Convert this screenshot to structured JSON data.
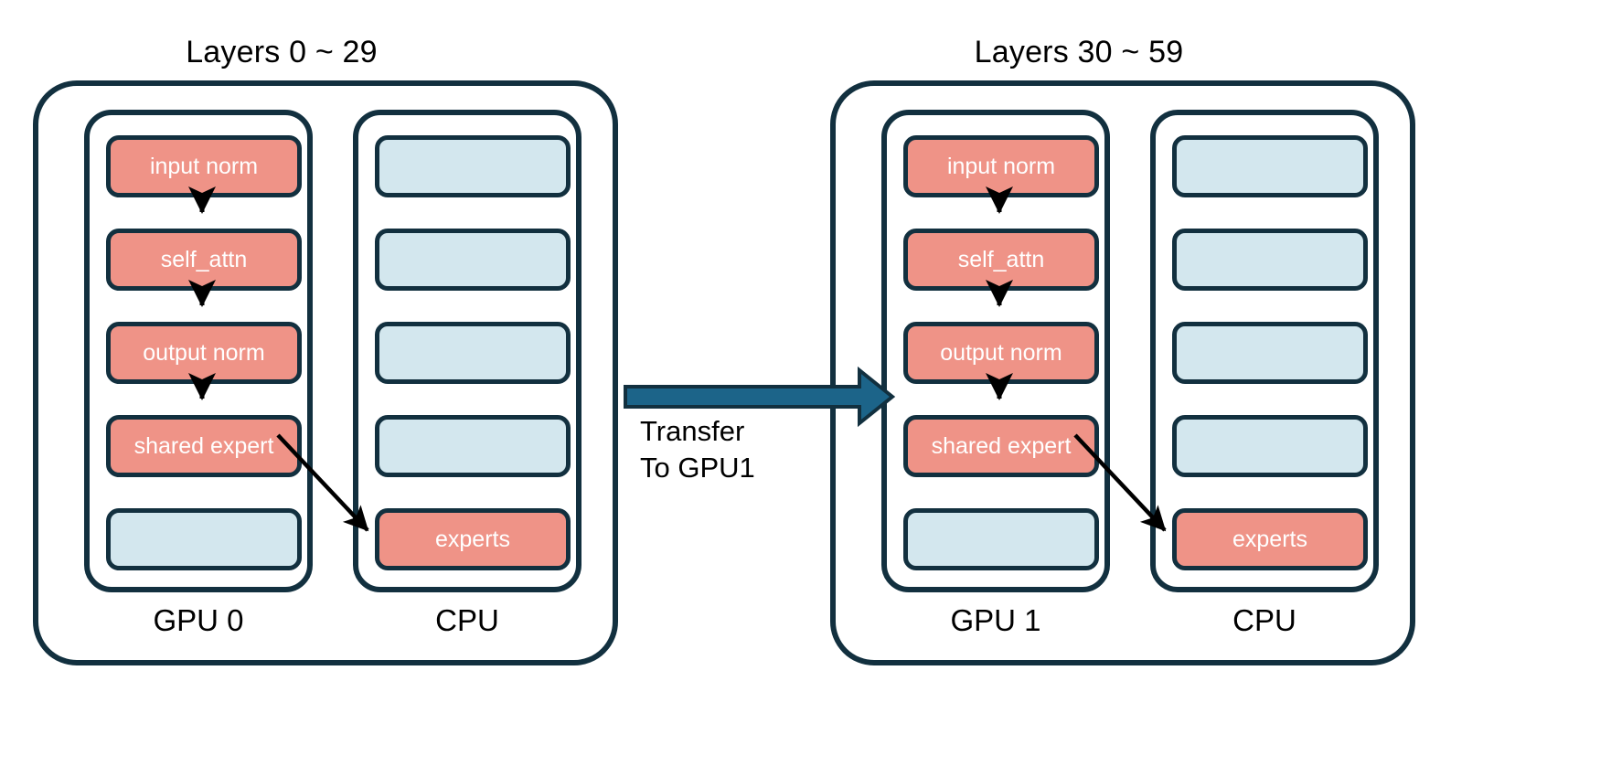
{
  "diagram": {
    "title": "MoE layer offload / transfer schematic",
    "background": "#ffffff",
    "colors": {
      "outline": "#12303f",
      "active_block": "#ef9387",
      "idle_block": "#d3e7ee",
      "transfer_arrow": "#1c6489",
      "text_on_block": "#ffffff",
      "text": "#000000"
    }
  },
  "panels": [
    {
      "id": "panel-left",
      "group_title": "Layers 0 ~ 29",
      "columns": [
        {
          "id": "gpu0",
          "device_label": "GPU 0",
          "blocks": [
            {
              "label": "input norm",
              "state": "active"
            },
            {
              "label": "self_attn",
              "state": "active"
            },
            {
              "label": "output norm",
              "state": "active"
            },
            {
              "label": "shared expert",
              "state": "active"
            },
            {
              "label": "",
              "state": "idle"
            }
          ]
        },
        {
          "id": "cpu0",
          "device_label": "CPU",
          "blocks": [
            {
              "label": "",
              "state": "idle"
            },
            {
              "label": "",
              "state": "idle"
            },
            {
              "label": "",
              "state": "idle"
            },
            {
              "label": "",
              "state": "idle"
            },
            {
              "label": "experts",
              "state": "active"
            }
          ]
        }
      ]
    },
    {
      "id": "panel-right",
      "group_title": "Layers 30 ~ 59",
      "columns": [
        {
          "id": "gpu1",
          "device_label": "GPU 1",
          "blocks": [
            {
              "label": "input norm",
              "state": "active"
            },
            {
              "label": "self_attn",
              "state": "active"
            },
            {
              "label": "output norm",
              "state": "active"
            },
            {
              "label": "shared expert",
              "state": "active"
            },
            {
              "label": "",
              "state": "idle"
            }
          ]
        },
        {
          "id": "cpu1",
          "device_label": "CPU",
          "blocks": [
            {
              "label": "",
              "state": "idle"
            },
            {
              "label": "",
              "state": "idle"
            },
            {
              "label": "",
              "state": "idle"
            },
            {
              "label": "",
              "state": "idle"
            },
            {
              "label": "experts",
              "state": "active"
            }
          ]
        }
      ]
    }
  ],
  "transfer": {
    "label_line1": "Transfer",
    "label_line2": "To GPU1",
    "direction": "left-to-right"
  }
}
